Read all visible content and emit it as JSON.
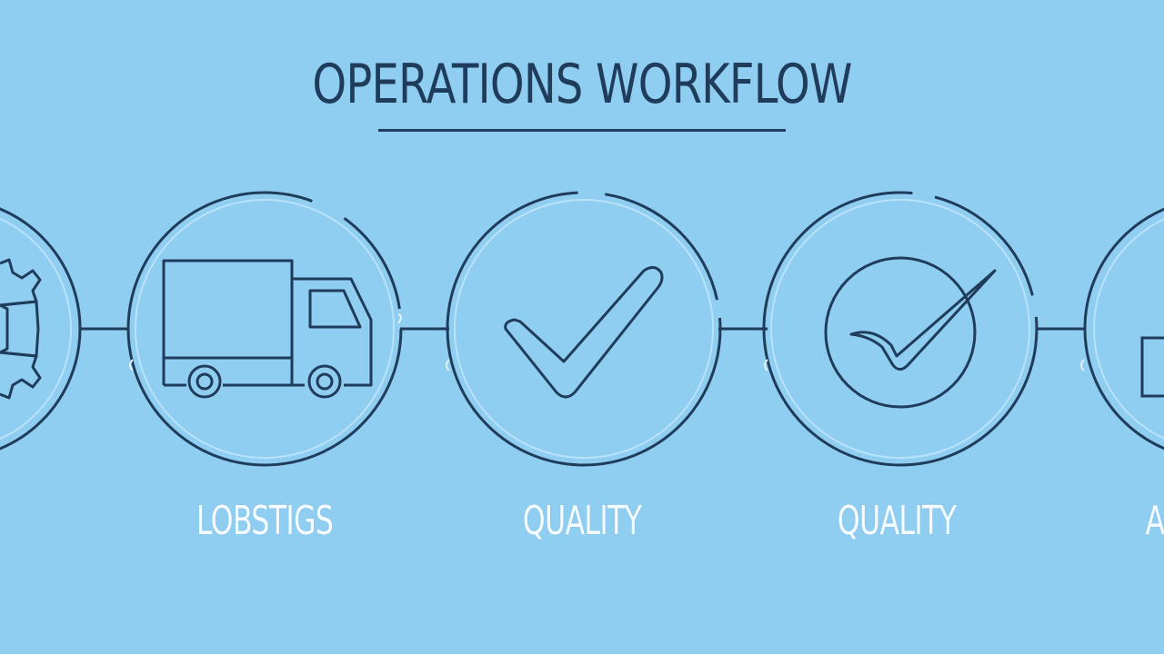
{
  "title": "OPERATIONS WORKFLOW",
  "steps": [
    {
      "label": "",
      "icon": "gear-icon"
    },
    {
      "label": "LOBSTIGS",
      "icon": "truck-icon"
    },
    {
      "label": "QUALITY",
      "icon": "checkmark-icon"
    },
    {
      "label": "QUALITY",
      "icon": "circle-checkmark-icon"
    },
    {
      "label": "A",
      "icon": "box-icon"
    }
  ],
  "colors": {
    "background": "#8fcdf1",
    "ink": "#1f3c5a",
    "label": "#f5fbff"
  }
}
